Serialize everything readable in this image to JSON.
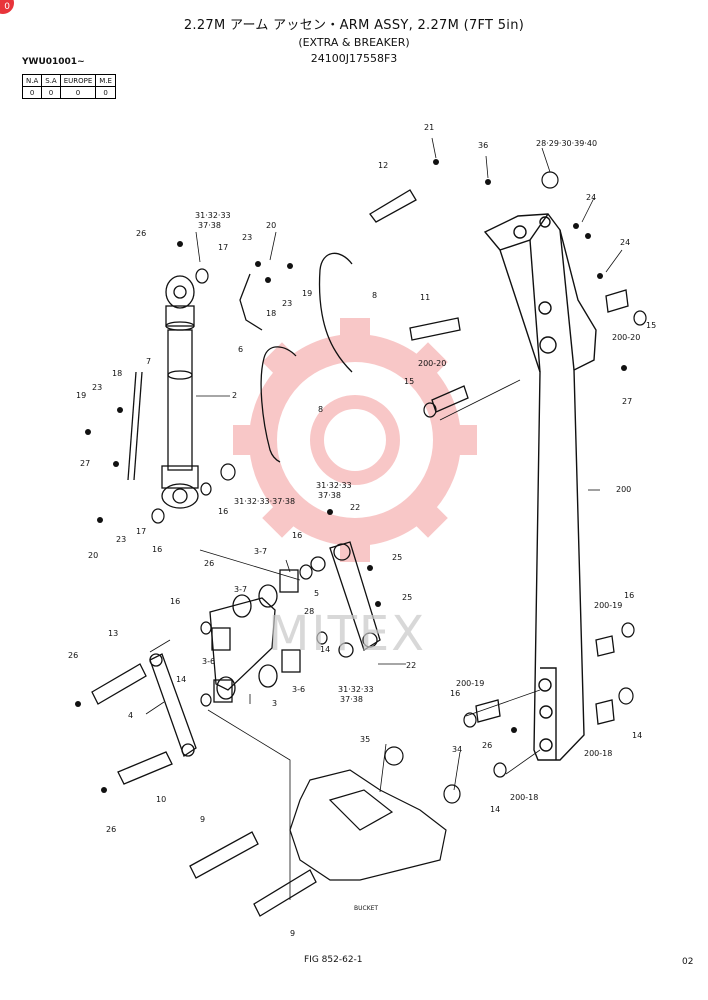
{
  "header": {
    "title": "2.27M アーム アッセン・ARM ASSY, 2.27M (7FT 5in)",
    "subtitle": "(EXTRA & BREAKER)",
    "part_number": "24100J17558F3",
    "serial": "YWU01001~"
  },
  "market_table": {
    "headers": [
      "N.A",
      "S.A",
      "EUROPE",
      "M.E"
    ],
    "values": [
      "0",
      "0",
      "0",
      "0"
    ]
  },
  "corner_badge": "0",
  "footer": {
    "figure": "FIG 852-62-1",
    "page": "02"
  },
  "watermark": {
    "text": "MITEX",
    "color": "#e83a3a"
  },
  "callouts": [
    {
      "id": "c21",
      "text": "21"
    },
    {
      "id": "c36",
      "text": "36"
    },
    {
      "id": "c28",
      "text": "28·29·30·39·40"
    },
    {
      "id": "c12",
      "text": "12"
    },
    {
      "id": "c24a",
      "text": "24"
    },
    {
      "id": "c24b",
      "text": "24"
    },
    {
      "id": "c26a",
      "text": "26"
    },
    {
      "id": "c3133a",
      "text": "31·32·33"
    },
    {
      "id": "c3738a",
      "text": "37·38"
    },
    {
      "id": "c20a",
      "text": "20"
    },
    {
      "id": "c23a",
      "text": "23"
    },
    {
      "id": "c17a",
      "text": "17"
    },
    {
      "id": "c23b",
      "text": "23"
    },
    {
      "id": "c19a",
      "text": "19"
    },
    {
      "id": "c8a",
      "text": "8"
    },
    {
      "id": "c11",
      "text": "11"
    },
    {
      "id": "c15a",
      "text": "15"
    },
    {
      "id": "c20020a",
      "text": "200-20"
    },
    {
      "id": "c18a",
      "text": "18"
    },
    {
      "id": "c6",
      "text": "6"
    },
    {
      "id": "c20020b",
      "text": "200-20"
    },
    {
      "id": "c15b",
      "text": "15"
    },
    {
      "id": "c7",
      "text": "7"
    },
    {
      "id": "c18b",
      "text": "18"
    },
    {
      "id": "c23c",
      "text": "23"
    },
    {
      "id": "c19b",
      "text": "19"
    },
    {
      "id": "c2",
      "text": "2"
    },
    {
      "id": "c8b",
      "text": "8"
    },
    {
      "id": "c27a",
      "text": "27"
    },
    {
      "id": "c27b",
      "text": "27"
    },
    {
      "id": "c200",
      "text": "200"
    },
    {
      "id": "c16a",
      "text": "16"
    },
    {
      "id": "c3133b",
      "text": "31·32·33·37·38"
    },
    {
      "id": "c3133c",
      "text": "31·32·33"
    },
    {
      "id": "c3738c",
      "text": "37·38"
    },
    {
      "id": "c22a",
      "text": "22"
    },
    {
      "id": "c17b",
      "text": "17"
    },
    {
      "id": "c20b",
      "text": "20"
    },
    {
      "id": "c23d",
      "text": "23"
    },
    {
      "id": "c16b",
      "text": "16"
    },
    {
      "id": "c16c",
      "text": "16"
    },
    {
      "id": "c37a",
      "text": "3-7"
    },
    {
      "id": "c25a",
      "text": "25"
    },
    {
      "id": "c26b",
      "text": "26"
    },
    {
      "id": "c5",
      "text": "5"
    },
    {
      "id": "c25b",
      "text": "25"
    },
    {
      "id": "c16d",
      "text": "16"
    },
    {
      "id": "c37b",
      "text": "3-7"
    },
    {
      "id": "c28b",
      "text": "28"
    },
    {
      "id": "c20019a",
      "text": "200-19"
    },
    {
      "id": "c16e",
      "text": "16"
    },
    {
      "id": "c13",
      "text": "13"
    },
    {
      "id": "c14a",
      "text": "14"
    },
    {
      "id": "c36b",
      "text": "3-6"
    },
    {
      "id": "c22b",
      "text": "22"
    },
    {
      "id": "c26c",
      "text": "26"
    },
    {
      "id": "c36c",
      "text": "3-6"
    },
    {
      "id": "c3133d",
      "text": "31·32·33"
    },
    {
      "id": "c3738d",
      "text": "37·38"
    },
    {
      "id": "c14b",
      "text": "14"
    },
    {
      "id": "c3",
      "text": "3"
    },
    {
      "id": "c20019b",
      "text": "200-19"
    },
    {
      "id": "c4",
      "text": "4"
    },
    {
      "id": "c16f",
      "text": "16"
    },
    {
      "id": "c14c",
      "text": "14"
    },
    {
      "id": "c26d",
      "text": "26"
    },
    {
      "id": "c20018a",
      "text": "200-18"
    },
    {
      "id": "c35",
      "text": "35"
    },
    {
      "id": "c34",
      "text": "34"
    },
    {
      "id": "c10",
      "text": "10"
    },
    {
      "id": "c14d",
      "text": "14"
    },
    {
      "id": "c20018b",
      "text": "200-18"
    },
    {
      "id": "c26e",
      "text": "26"
    },
    {
      "id": "c9a",
      "text": "9"
    },
    {
      "id": "c9b",
      "text": "9"
    },
    {
      "id": "cbucket",
      "text": "BUCKET"
    }
  ]
}
